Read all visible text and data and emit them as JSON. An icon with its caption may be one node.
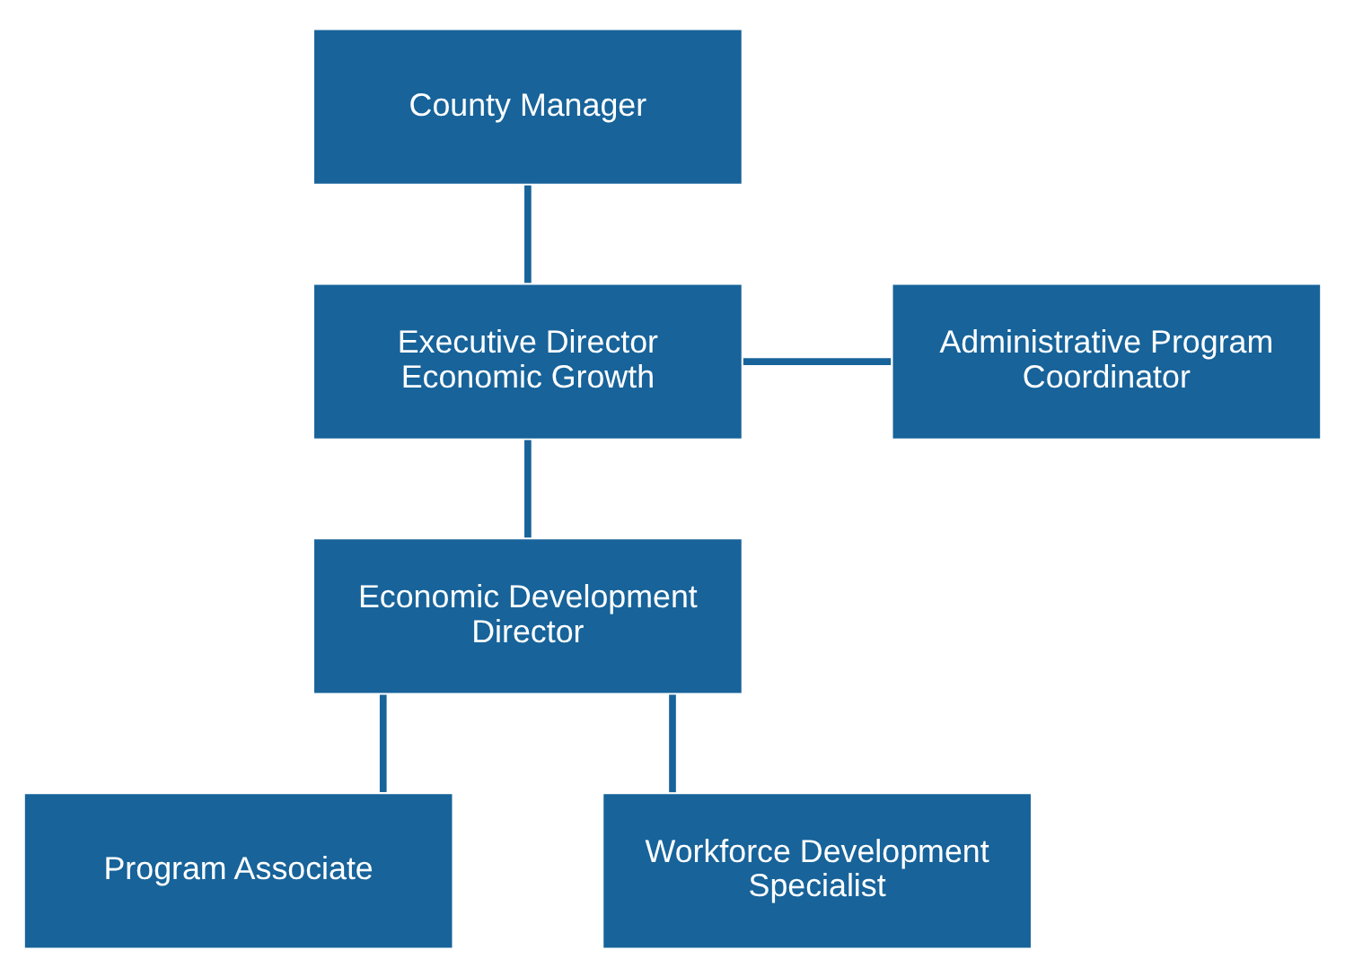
{
  "diagram": {
    "nodes": [
      {
        "text": [
          "County Manager"
        ]
      },
      {
        "text": [
          "Executive Director Economic Growth"
        ]
      },
      {
        "text": [
          "Administrative Program Coordinator"
        ]
      },
      {
        "text": [
          "Economic Development Director"
        ]
      },
      {
        "text": [
          "Program Associate"
        ]
      },
      {
        "text": [
          "Workforce Development Specialist"
        ]
      }
    ],
    "edges": [
      {
        "from": 0,
        "to": 1,
        "arrow": "none"
      },
      {
        "from": 1,
        "to": 2,
        "arrow": "none"
      },
      {
        "from": 1,
        "to": 3,
        "arrow": "none"
      },
      {
        "from": 3,
        "to": 4,
        "arrow": "none"
      },
      {
        "from": 3,
        "to": 5,
        "arrow": "none"
      }
    ]
  }
}
